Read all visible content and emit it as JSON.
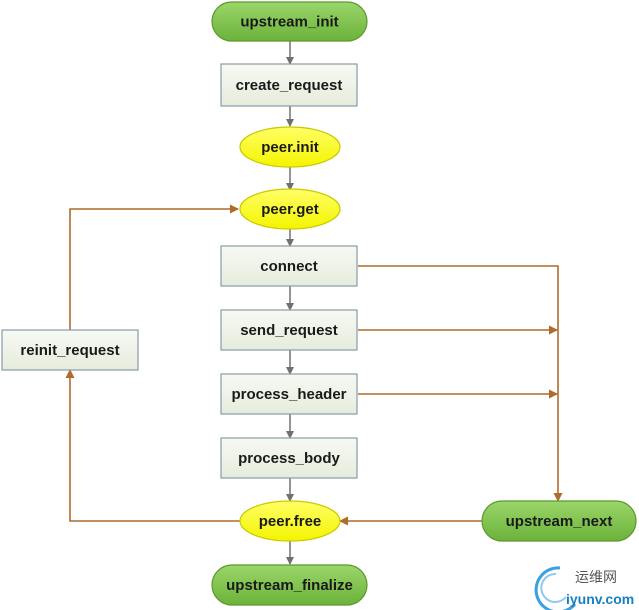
{
  "colors": {
    "terminal_fill": "#7dc24b",
    "terminal_stroke": "#5a9a2e",
    "process_fill": "#eef2e7",
    "process_stroke": "#8a9aaa",
    "peer_fill": "#ffff33",
    "peer_stroke": "#c9c900",
    "main_arrow": "#707070",
    "loop_arrow": "#b06a2a"
  },
  "nodes": {
    "upstream_init": "upstream_init",
    "create_request": "create_request",
    "peer_init": "peer.init",
    "peer_get": "peer.get",
    "connect": "connect",
    "send_request": "send_request",
    "process_header": "process_header",
    "process_body": "process_body",
    "peer_free": "peer.free",
    "upstream_finalize": "upstream_finalize",
    "upstream_next": "upstream_next",
    "reinit_request": "reinit_request"
  },
  "watermark": {
    "site_cn": "运维网",
    "site_en": "iyunv.com"
  }
}
